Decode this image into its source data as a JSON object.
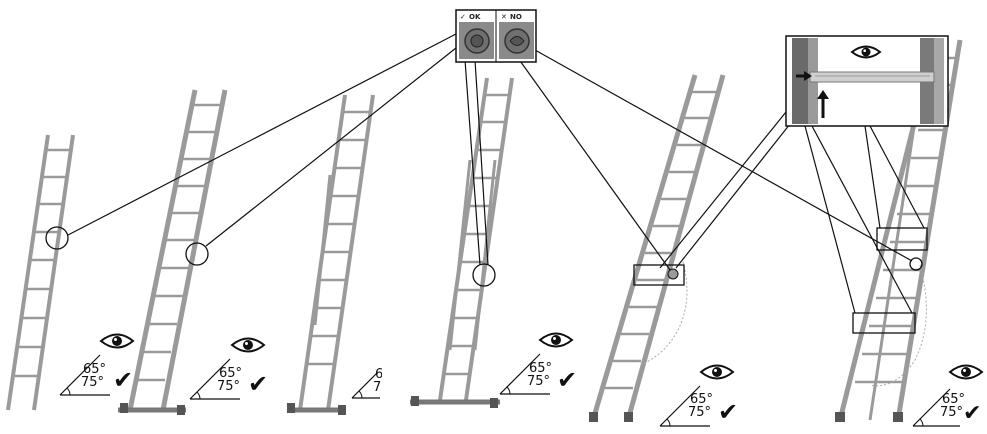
{
  "angle_labels": {
    "upper": "65°",
    "lower": "75°"
  },
  "glyphs": {
    "check": "✔",
    "eye": "eye-icon"
  },
  "inset_labels": {
    "ok": "OK",
    "no": "NO",
    "ok_mark": "✓",
    "no_mark": "✕"
  },
  "colors": {
    "ladder": "#9a9a9a",
    "ladder_dark": "#555555",
    "line": "#111111",
    "photo": "#7a7a7a"
  }
}
